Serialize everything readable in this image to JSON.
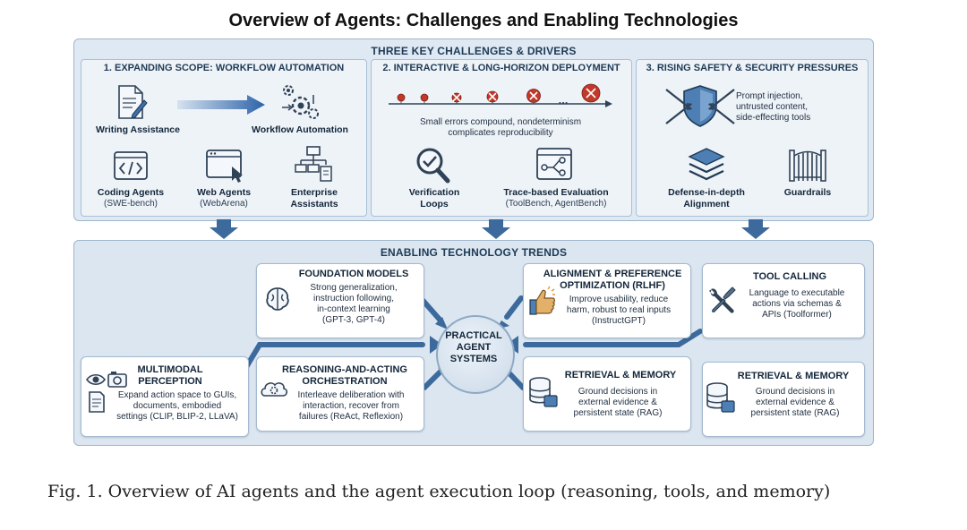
{
  "title": "Overview of Agents: Challenges and Enabling Technologies",
  "challenges": {
    "heading": "THREE KEY CHALLENGES & DRIVERS",
    "scope": {
      "heading": "1. EXPANDING SCOPE: WORKFLOW AUTOMATION",
      "writing": "Writing Assistance",
      "workflow": "Workflow Automation",
      "coding": "Coding Agents",
      "coding_sub": "(SWE-bench)",
      "web": "Web Agents",
      "web_sub": "(WebArena)",
      "enterprise_line1": "Enterprise",
      "enterprise_line2": "Assistants"
    },
    "interactive": {
      "heading": "2. INTERACTIVE & LONG-HORIZON DEPLOYMENT",
      "ellipsis": "...",
      "note_line1": "Small errors compound, nondeterminism",
      "note_line2": "complicates reproducibility",
      "verification_line1": "Verification",
      "verification_line2": "Loops",
      "trace": "Trace-based Evaluation",
      "trace_sub": "(ToolBench, AgentBench)"
    },
    "safety": {
      "heading": "3. RISING SAFETY & SECURITY PRESSURES",
      "note_line1": "Prompt injection,",
      "note_line2": "untrusted content,",
      "note_line3": "side-effecting tools",
      "defense_line1": "Defense-in-depth",
      "defense_line2": "Alignment",
      "guardrails": "Guardrails"
    }
  },
  "trends": {
    "heading": "ENABLING TECHNOLOGY TRENDS",
    "center_line1": "PRACTICAL",
    "center_line2": "AGENT",
    "center_line3": "SYSTEMS",
    "foundation": {
      "title": "FOUNDATION MODELS",
      "l1": "Strong generalization,",
      "l2": "instruction following,",
      "l3": "in-context learning",
      "l4": "(GPT-3, GPT-4)"
    },
    "alignment": {
      "title_l1": "ALIGNMENT & PREFERENCE",
      "title_l2": "OPTIMIZATION (RLHF)",
      "l1": "Improve usability, reduce",
      "l2": "harm, robust to real inputs",
      "l3": "(InstructGPT)"
    },
    "tool_calling": {
      "title": "TOOL CALLING",
      "l1": "Language to executable",
      "l2": "actions via schemas &",
      "l3": "APIs (Toolformer)"
    },
    "multimodal": {
      "title_l1": "MULTIMODAL",
      "title_l2": "PERCEPTION",
      "l1": "Expand action space to GUIs,",
      "l2": "documents, embodied",
      "l3": "settings (CLIP, BLIP-2, LLaVA)"
    },
    "reasoning": {
      "title_l1": "REASONING-AND-ACTING",
      "title_l2": "ORCHESTRATION",
      "l1": "Interleave deliberation with",
      "l2": "interaction, recover from",
      "l3": "failures (ReAct, Reflexion)"
    },
    "retrieval_inner": {
      "title": "RETRIEVAL & MEMORY",
      "l1": "Ground decisions in",
      "l2": "external evidence &",
      "l3": "persistent state (RAG)"
    },
    "retrieval_outer": {
      "title": "RETRIEVAL & MEMORY",
      "l1": "Ground decisions in",
      "l2": "external evidence &",
      "l3": "persistent state (RAG)"
    }
  },
  "caption": "Fig. 1.  Overview of AI agents and the agent execution loop (reasoning, tools, and memory)"
}
